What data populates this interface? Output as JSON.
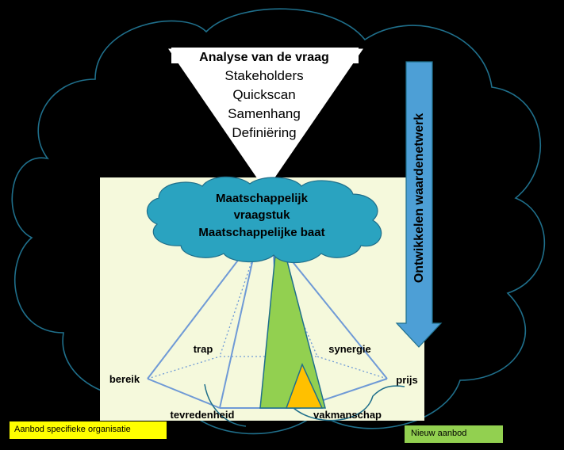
{
  "funnel": {
    "title": "Analyse van de vraag",
    "items": [
      "Stakeholders",
      "Quickscan",
      "Samenhang",
      "Definiëring"
    ]
  },
  "cloud": {
    "line1": "Maatschappelijk",
    "line2": "vraagstuk",
    "line3": "Maatschappelijke baat"
  },
  "arrow": {
    "label": "Ontwikkelen waardenetwerk"
  },
  "pyramid": {
    "corners": {
      "top_left": "trap",
      "top_right": "synergie",
      "left": "bereik",
      "right": "prijs",
      "bottom_left": "tevredenheid",
      "bottom_right": "vakmanschap"
    }
  },
  "legend": {
    "left_box": "Aanbod specifieke organisatie",
    "right_box": "Nieuw aanbod"
  },
  "colors": {
    "background": "#000000",
    "outline_cloud": "#1f6f8b",
    "panel": "#f5f9dc",
    "cloud_fill": "#2aa3c0",
    "arrow_fill": "#4d9fd6",
    "pyramid_line": "#6f9ad6",
    "green_triangle": "#92d050",
    "orange_triangle": "#ffc000",
    "left_box": "#ffff00",
    "right_box": "#92d050"
  }
}
